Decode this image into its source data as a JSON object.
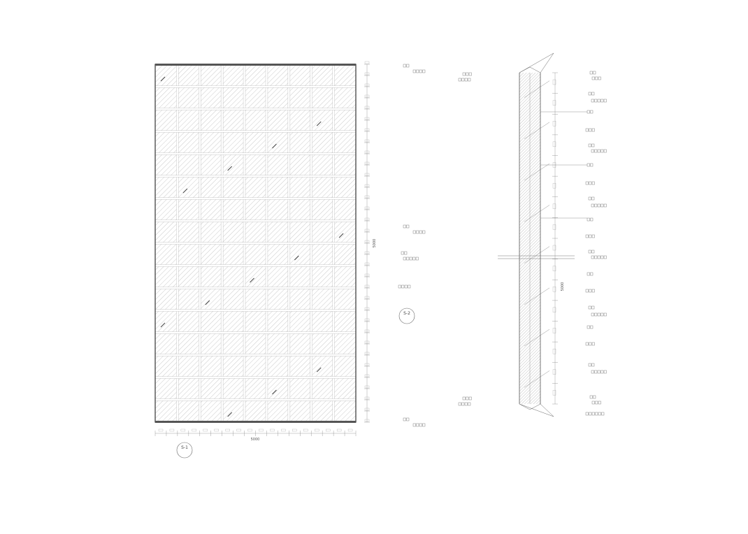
{
  "drawing": {
    "elevation_view": {
      "grid_cols": 9,
      "grid_rows": 16,
      "bottom_dimension_total": "5000",
      "right_dimension_total": "5000",
      "view_marker": "S-1"
    },
    "section_view": {
      "view_marker": "S-2",
      "vertical_dimension": "5000",
      "segment_count": 8
    },
    "colors": {
      "line": "#333333",
      "hatch": "#9a9a9a",
      "light": "#c8c8c8"
    }
  }
}
